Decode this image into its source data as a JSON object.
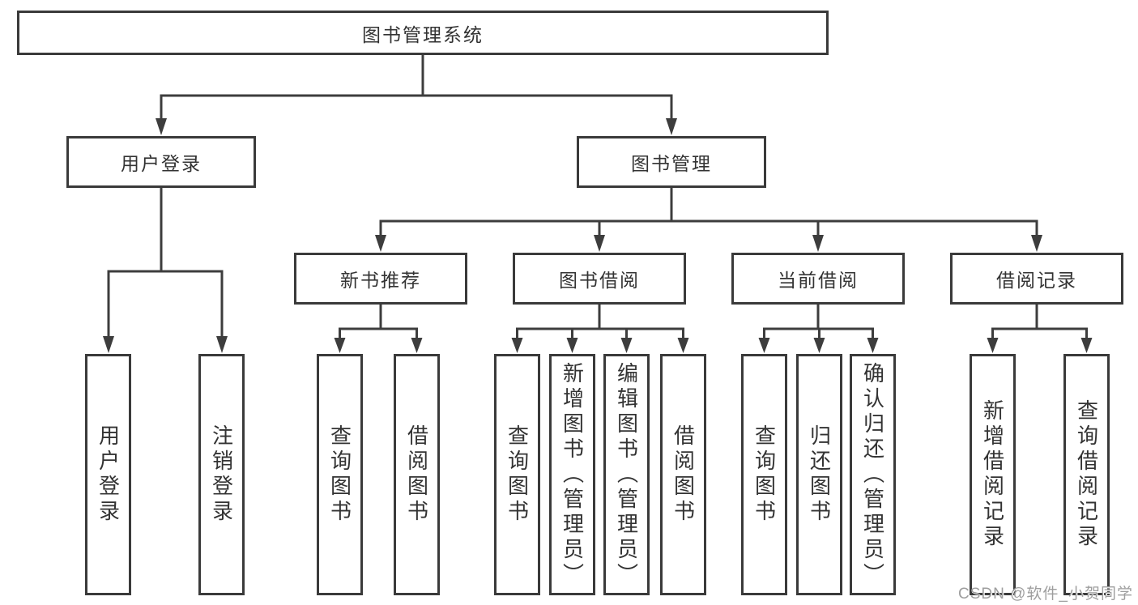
{
  "diagram": {
    "root": {
      "label": "图书管理系统"
    },
    "level2": {
      "user_login": {
        "label": "用户登录"
      },
      "book_mgmt": {
        "label": "图书管理"
      }
    },
    "level3": {
      "new_book_rec": {
        "label": "新书推荐"
      },
      "book_borrow": {
        "label": "图书借阅"
      },
      "current_borrow": {
        "label": "当前借阅"
      },
      "borrow_record": {
        "label": "借阅记录"
      }
    },
    "leaves": {
      "user_login": {
        "label": "用户登录"
      },
      "logout": {
        "label": "注销登录"
      },
      "nb_query_book": {
        "label": "查询图书"
      },
      "nb_borrow_book": {
        "label": "借阅图书"
      },
      "bb_query_book": {
        "label": "查询图书"
      },
      "bb_add_book_admin": {
        "label": "新增图书（管理员）"
      },
      "bb_edit_book_admin": {
        "label": "编辑图书（管理员）"
      },
      "bb_borrow_book": {
        "label": "借阅图书"
      },
      "cb_query_book": {
        "label": "查询图书"
      },
      "cb_return_book": {
        "label": "归还图书"
      },
      "cb_confirm_return_admin": {
        "label": "确认归还（管理员）"
      },
      "br_add_record": {
        "label": "新增借阅记录"
      },
      "br_query_record": {
        "label": "查询借阅记录"
      }
    },
    "watermark": "CSDN @软件_小贺同学",
    "colors": {
      "line": "#3d3d3d",
      "border": "#3a3a3a",
      "text": "#333333",
      "watermark": "#9e9e9e",
      "background": "#ffffff"
    }
  }
}
